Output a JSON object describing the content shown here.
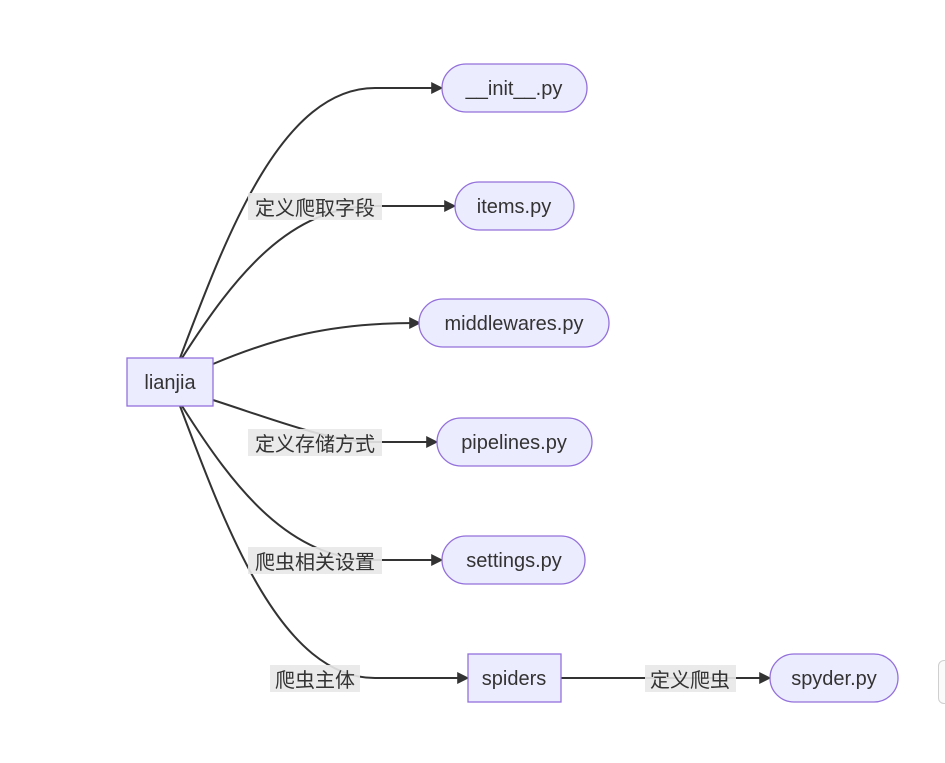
{
  "diagram": {
    "type": "flowchart",
    "nodes": [
      {
        "id": "lianjia",
        "label": "lianjia",
        "shape": "rect"
      },
      {
        "id": "init",
        "label": "__init__.py",
        "shape": "stadium"
      },
      {
        "id": "items",
        "label": "items.py",
        "shape": "stadium"
      },
      {
        "id": "middlewares",
        "label": "middlewares.py",
        "shape": "stadium"
      },
      {
        "id": "pipelines",
        "label": "pipelines.py",
        "shape": "stadium"
      },
      {
        "id": "settings",
        "label": "settings.py",
        "shape": "stadium"
      },
      {
        "id": "spiders",
        "label": "spiders",
        "shape": "rect"
      },
      {
        "id": "spyder",
        "label": "spyder.py",
        "shape": "stadium"
      }
    ],
    "edges": [
      {
        "from": "lianjia",
        "to": "init",
        "label": ""
      },
      {
        "from": "lianjia",
        "to": "items",
        "label": "定义爬取字段"
      },
      {
        "from": "lianjia",
        "to": "middlewares",
        "label": ""
      },
      {
        "from": "lianjia",
        "to": "pipelines",
        "label": "定义存储方式"
      },
      {
        "from": "lianjia",
        "to": "settings",
        "label": "爬虫相关设置"
      },
      {
        "from": "lianjia",
        "to": "spiders",
        "label": "爬虫主体"
      },
      {
        "from": "spiders",
        "to": "spyder",
        "label": "定义爬虫"
      }
    ]
  }
}
